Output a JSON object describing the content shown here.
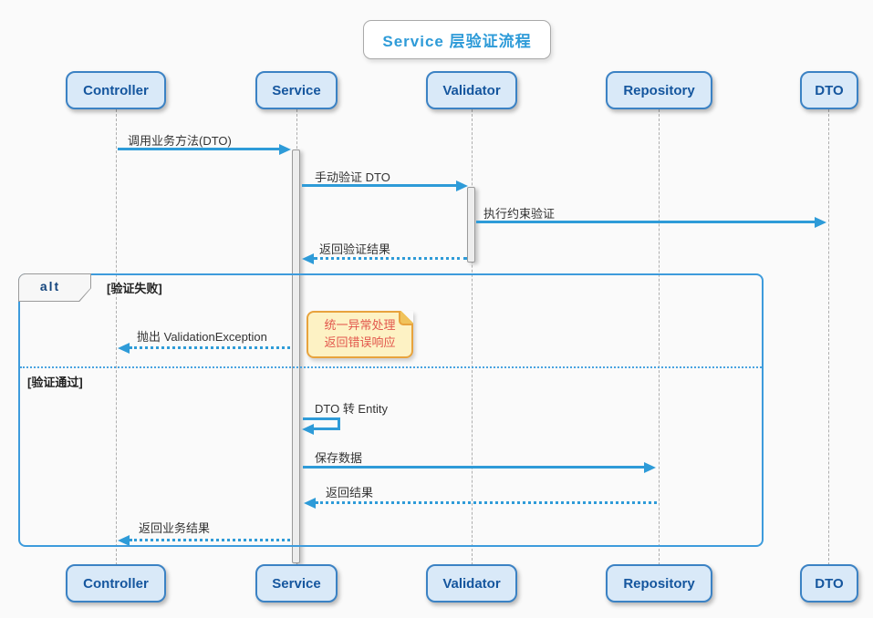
{
  "diagram": {
    "title": "Service 层验证流程"
  },
  "participants": [
    {
      "name": "Controller"
    },
    {
      "name": "Service"
    },
    {
      "name": "Validator"
    },
    {
      "name": "Repository"
    },
    {
      "name": "DTO"
    }
  ],
  "messages": {
    "call": "调用业务方法(DTO)",
    "validate": "手动验证 DTO",
    "constraint": "执行约束验证",
    "validation_result": "返回验证结果",
    "throw_exception": "抛出 ValidationException",
    "dto_to_entity": "DTO 转 Entity",
    "save": "保存数据",
    "save_result": "返回结果",
    "business_result": "返回业务结果"
  },
  "alt": {
    "operator": "alt",
    "guard_fail": "[验证失败]",
    "guard_pass": "[验证通过]"
  },
  "note": {
    "line1": "统一异常处理",
    "line2": "返回错误响应"
  },
  "colors": {
    "arrow_blue": "#2e9bd8",
    "participant_fill": "#d9e9f8",
    "participant_border": "#3b82c4",
    "participant_text": "#15569e",
    "frame_border": "#3d9bdc",
    "note_fill": "#fdf2c4",
    "note_border": "#e8a33d",
    "note_text": "#e2574c",
    "background": "#fafafa"
  }
}
